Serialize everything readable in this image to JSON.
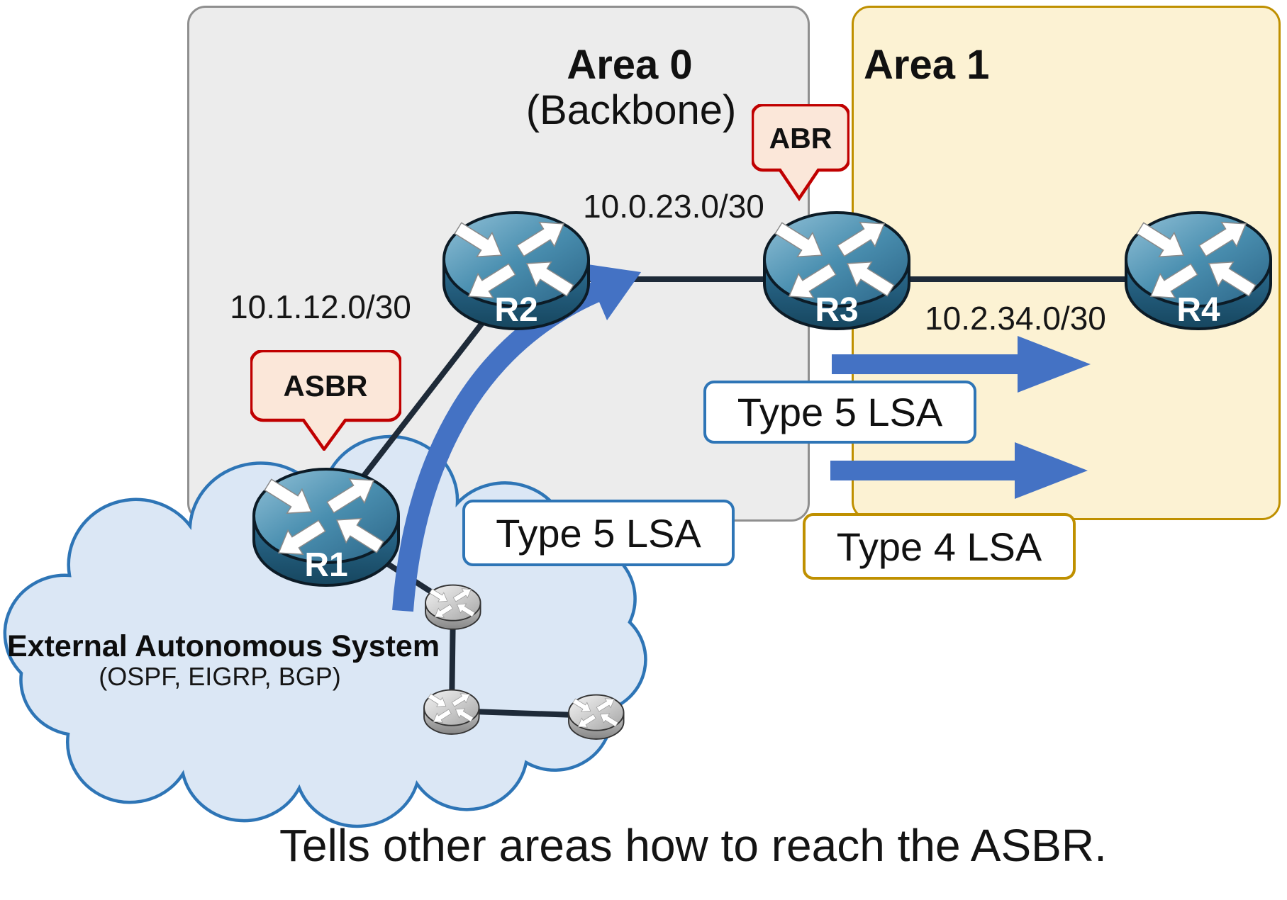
{
  "areas": [
    {
      "title": "Area 0",
      "subtitle": "(Backbone)"
    },
    {
      "title": "Area 1"
    }
  ],
  "routers": [
    {
      "label": "R1"
    },
    {
      "label": "R2"
    },
    {
      "label": "R3"
    },
    {
      "label": "R4"
    }
  ],
  "network_labels": [
    {
      "text": "10.1.12.0/30"
    },
    {
      "text": "10.0.23.0/30"
    },
    {
      "text": "10.2.34.0/30"
    }
  ],
  "callouts": [
    {
      "label": "ASBR"
    },
    {
      "label": "ABR"
    }
  ],
  "lsa_labels": [
    {
      "text": "Type 5 LSA"
    },
    {
      "text": "Type 5 LSA"
    },
    {
      "text": "Type 4 LSA"
    }
  ],
  "cloud": {
    "title": "External Autonomous System",
    "subtitle": "(OSPF, EIGRP, BGP)"
  },
  "caption": "Tells other areas how to reach the ASBR.",
  "colors": {
    "area0_fill": "#ECECEC",
    "area0_border": "#8F8F8F",
    "area1_fill": "#FCF2D3",
    "area1_border": "#BF9000",
    "callout_fill": "#FBE7D9",
    "callout_border": "#C00000",
    "lsa_blue_border": "#2E75B6",
    "lsa_gold_border": "#BF9000",
    "arrow_blue": "#4472C4",
    "link_dark": "#1E2A38",
    "cloud_fill": "#DBE7F5",
    "cloud_border": "#2E75B6",
    "router_teal": "#2E6F94"
  }
}
